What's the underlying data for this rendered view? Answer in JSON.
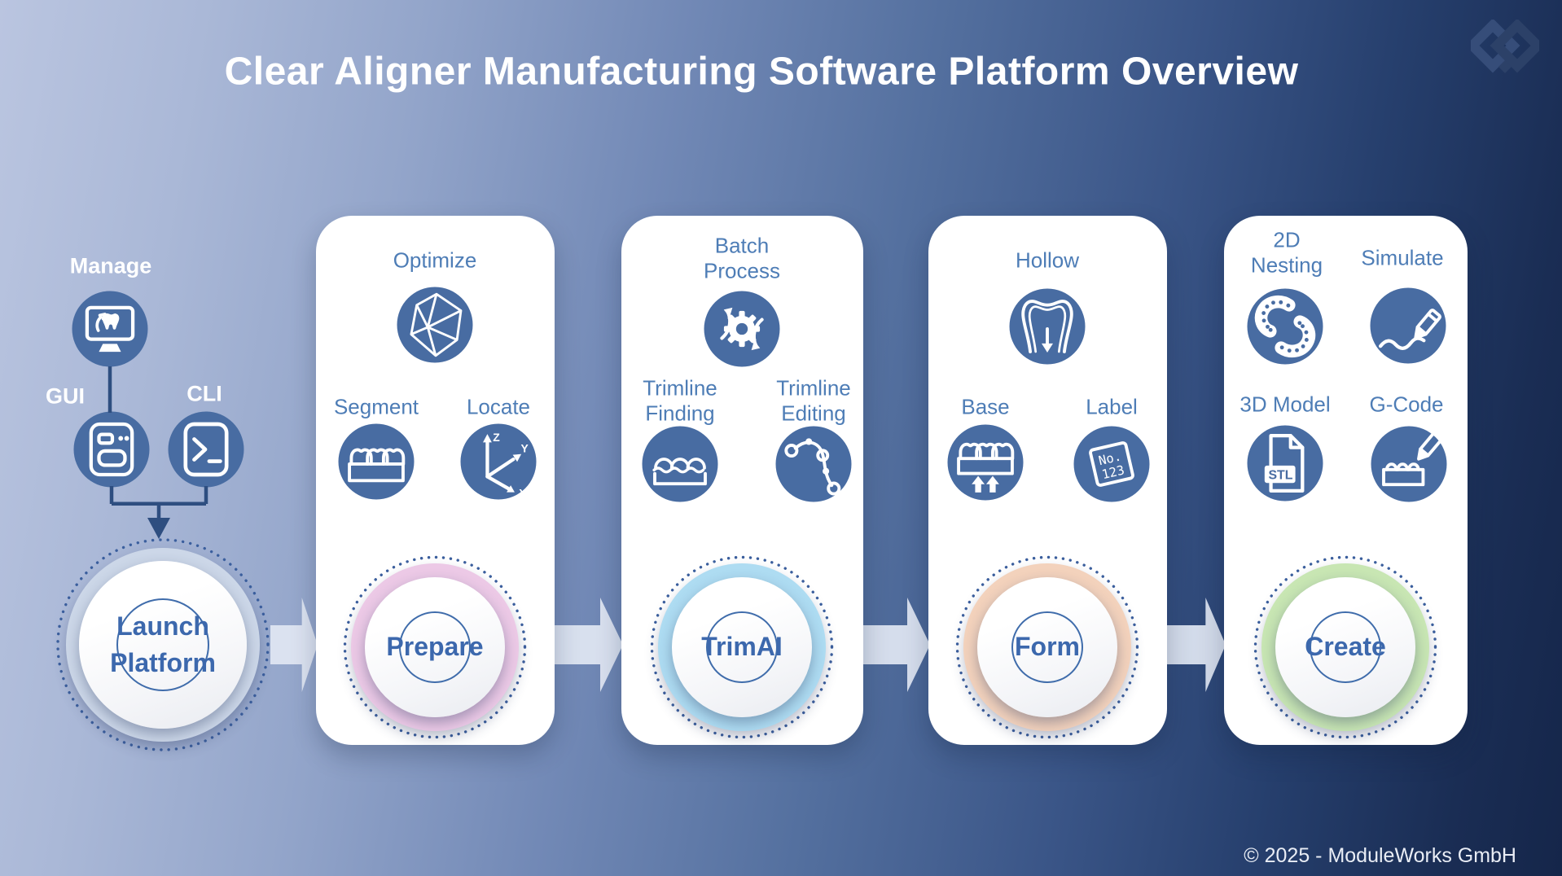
{
  "title": "Clear Aligner Manufacturing Software Platform Overview",
  "copyright": "© 2025 - ModuleWorks GmbH",
  "launch_group": {
    "manage_label": "Manage",
    "gui_label": "GUI",
    "cli_label": "CLI",
    "launch_label_line1": "Launch",
    "launch_label_line2": "Platform",
    "ring_color": "#ccd7e8"
  },
  "cards": [
    {
      "stage_label": "Prepare",
      "ring_color": "#ecc9e6",
      "features": [
        {
          "label": "Optimize",
          "icon": "mesh-optimize-icon"
        },
        {
          "label": "Segment",
          "icon": "teeth-segment-icon"
        },
        {
          "label": "Locate",
          "icon": "xyz-axes-icon"
        }
      ]
    },
    {
      "stage_label": "TrimAI",
      "ring_color": "#aedcf2",
      "features": [
        {
          "label": "Batch Process",
          "icon": "gear-sync-icon"
        },
        {
          "label": "Trimline Finding",
          "icon": "trimline-teeth-icon"
        },
        {
          "label": "Trimline Editing",
          "icon": "spline-edit-icon"
        }
      ]
    },
    {
      "stage_label": "Form",
      "ring_color": "#f3d2bc",
      "features": [
        {
          "label": "Hollow",
          "icon": "hollow-tooth-icon"
        },
        {
          "label": "Base",
          "icon": "base-teeth-icon"
        },
        {
          "label": "Label",
          "icon": "number-tag-icon"
        }
      ]
    },
    {
      "stage_label": "Create",
      "ring_color": "#c8e6b3",
      "features": [
        {
          "label": "2D Nesting",
          "icon": "nesting-arches-icon"
        },
        {
          "label": "Simulate",
          "icon": "pencil-wave-icon"
        },
        {
          "label": "3D Model",
          "icon": "stl-file-icon"
        },
        {
          "label": "G-Code",
          "icon": "gcode-mill-icon"
        }
      ]
    }
  ],
  "icon_texts": {
    "locate_z": "Z",
    "locate_y": "Y",
    "locate_x": "X",
    "tag_line1": "No.",
    "tag_line2": "123",
    "stl_badge": "STL"
  },
  "colors": {
    "icon_circle_blue": "#486ca2",
    "feature_label_blue": "#4e7db6",
    "stage_label_blue": "#3c68ad",
    "dotted_ring_blue": "#3b5f9e",
    "connector_blue": "#2e4e80",
    "arrow_light": "#e1e7f3",
    "background_light": "#bac5e0",
    "background_dark": "#15264a"
  }
}
